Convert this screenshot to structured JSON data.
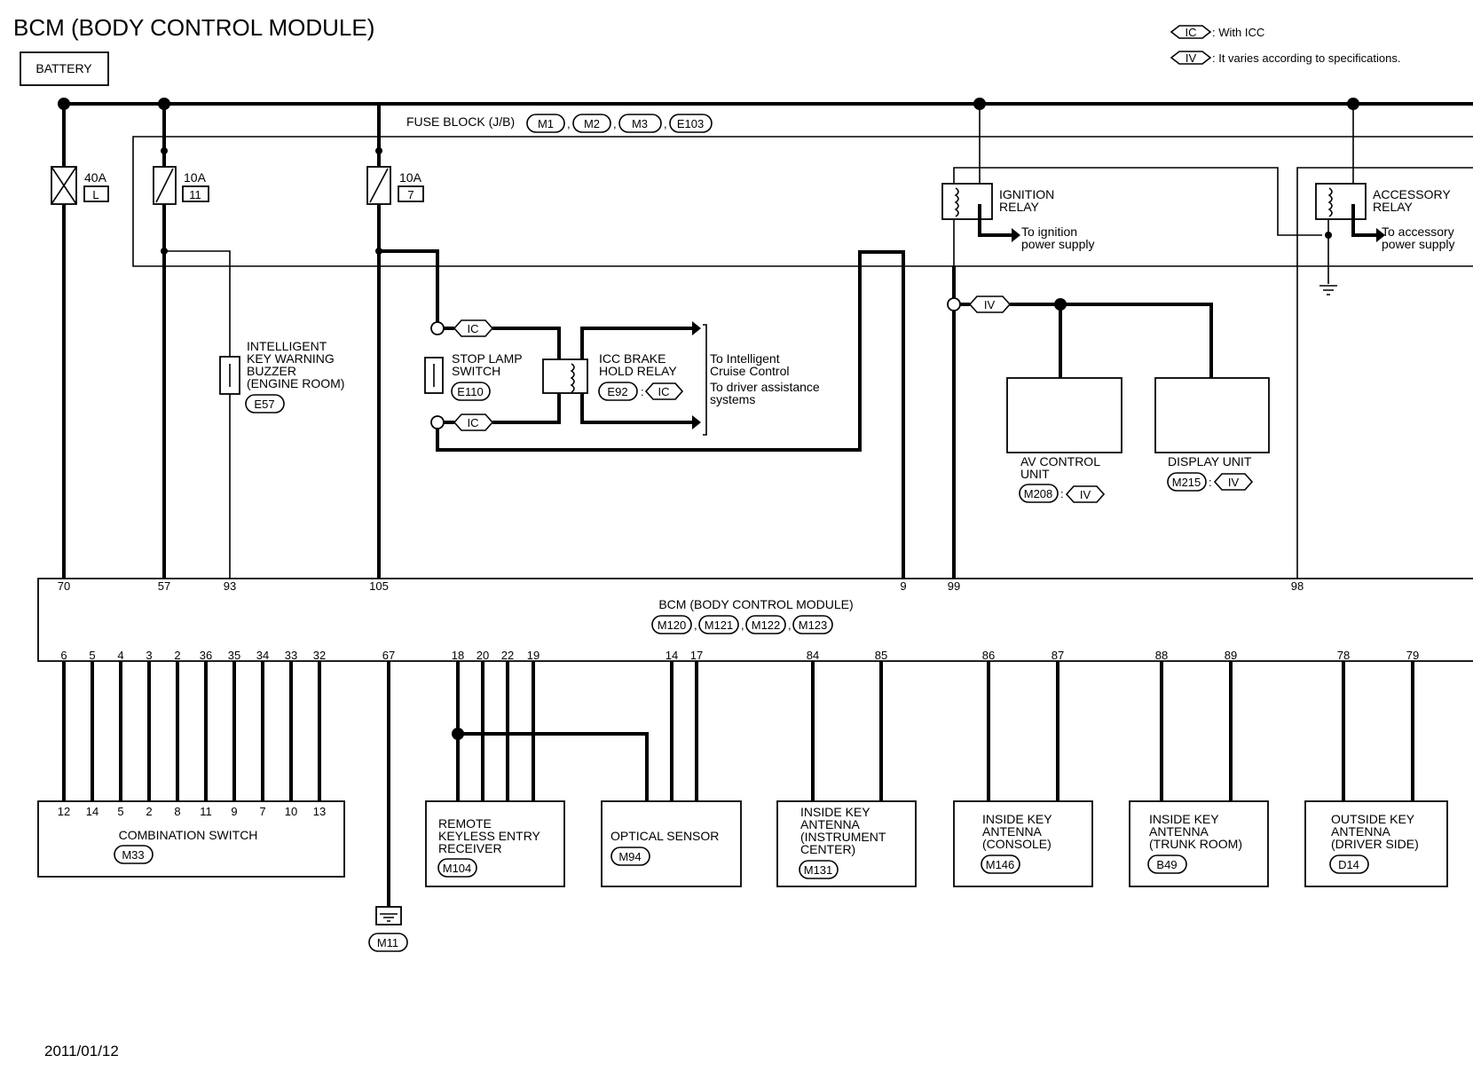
{
  "title": "BCM (BODY CONTROL MODULE)",
  "date": "2011/01/12",
  "legend": [
    {
      "tag": "IC",
      "text": ": With ICC"
    },
    {
      "tag": "IV",
      "text": ": It varies according to specifications."
    }
  ],
  "battery": {
    "label": "BATTERY"
  },
  "fuse_block": {
    "label": "FUSE BLOCK (J/B)",
    "connectors": [
      "M1",
      "M2",
      "M3",
      "E103"
    ]
  },
  "fuses": [
    {
      "amp": "40A",
      "num": "L"
    },
    {
      "amp": "10A",
      "num": "11"
    },
    {
      "amp": "10A",
      "num": "7"
    }
  ],
  "ignition_relay": {
    "line1": "IGNITION",
    "line2": "RELAY",
    "note1": "To ignition",
    "note2": "power supply"
  },
  "accessory_relay": {
    "line1": "ACCESSORY",
    "line2": "RELAY",
    "note1": "To accessory",
    "note2": "power supply"
  },
  "buzzer": {
    "lines": [
      "INTELLIGENT",
      "KEY WARNING",
      "BUZZER",
      "(ENGINE ROOM)"
    ],
    "connector": "E57"
  },
  "stop_lamp_switch": {
    "lines": [
      "STOP LAMP",
      "SWITCH"
    ],
    "connector": "E110"
  },
  "icc_brake_hold_relay": {
    "lines": [
      "ICC BRAKE",
      "HOLD RELAY"
    ],
    "connector": "E92",
    "tag": "IC"
  },
  "icc_notes": [
    "To Intelligent",
    "Cruise Control",
    "To driver assistance",
    "systems"
  ],
  "tags": {
    "ic": "IC",
    "iv": "IV"
  },
  "av_control_unit": {
    "lines": [
      "AV CONTROL",
      "UNIT"
    ],
    "connector": "M208",
    "tag": "IV"
  },
  "display_unit": {
    "lines": [
      "DISPLAY UNIT"
    ],
    "connector": "M215",
    "tag": "IV"
  },
  "bcm": {
    "label": "BCM (BODY CONTROL MODULE)",
    "connectors": [
      "M120",
      "M121",
      "M122",
      "M123"
    ],
    "top_pins": [
      "70",
      "57",
      "93",
      "105",
      "9",
      "99",
      "98"
    ],
    "bottom_pins": [
      "6",
      "5",
      "4",
      "3",
      "2",
      "36",
      "35",
      "34",
      "33",
      "32",
      "67",
      "18",
      "20",
      "22",
      "19",
      "14",
      "17",
      "84",
      "85",
      "86",
      "87",
      "88",
      "89",
      "78",
      "79"
    ]
  },
  "combination_switch": {
    "label": "COMBINATION SWITCH",
    "connector": "M33",
    "pins": [
      "12",
      "14",
      "5",
      "2",
      "8",
      "11",
      "9",
      "7",
      "10",
      "13"
    ]
  },
  "ground": {
    "connector": "M11"
  },
  "remote_keyless": {
    "lines": [
      "REMOTE",
      "KEYLESS ENTRY",
      "RECEIVER"
    ],
    "connector": "M104"
  },
  "optical_sensor": {
    "lines": [
      "OPTICAL SENSOR"
    ],
    "connector": "M94"
  },
  "inside_key_instrument": {
    "lines": [
      "INSIDE KEY",
      "ANTENNA",
      "(INSTRUMENT",
      "CENTER)"
    ],
    "connector": "M131"
  },
  "inside_key_console": {
    "lines": [
      "INSIDE KEY",
      "ANTENNA",
      "(CONSOLE)"
    ],
    "connector": "M146"
  },
  "inside_key_trunk": {
    "lines": [
      "INSIDE KEY",
      "ANTENNA",
      "(TRUNK ROOM)"
    ],
    "connector": "B49"
  },
  "outside_key_driver": {
    "lines": [
      "OUTSIDE KEY",
      "ANTENNA",
      "(DRIVER SIDE)"
    ],
    "connector": "D14"
  }
}
